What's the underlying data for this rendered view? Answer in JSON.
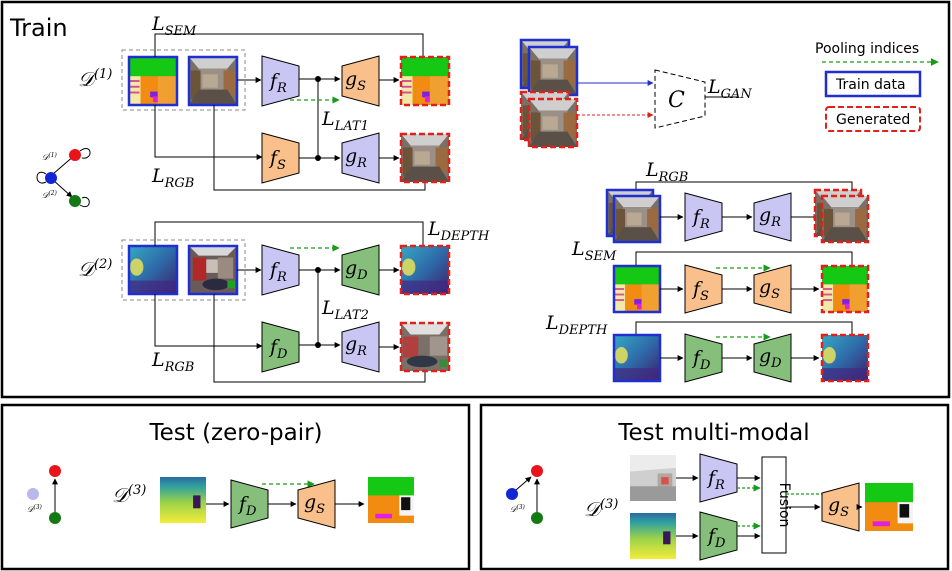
{
  "panels": {
    "train_title": "Train",
    "test_zero_pair_title": "Test (zero-pair)",
    "test_multimodal_title": "Test multi-modal"
  },
  "domains": {
    "d1": "𝒟",
    "d1_sup": "(1)",
    "d2": "𝒟",
    "d2_sup": "(2)",
    "d3": "𝒟",
    "d3_sup": "(3)"
  },
  "graph_labels": {
    "d1": "𝒟",
    "d1_sup": "(1)",
    "d2": "𝒟",
    "d2_sup": "(2)",
    "d3": "𝒟",
    "d3_sup": "(3)"
  },
  "encoders": {
    "fR": "f",
    "fR_sub": "R",
    "fS": "f",
    "fS_sub": "S",
    "fD": "f",
    "fD_sub": "D"
  },
  "decoders": {
    "gS": "g",
    "gS_sub": "S",
    "gR": "g",
    "gR_sub": "R",
    "gD": "g",
    "gD_sub": "D"
  },
  "losses": {
    "sem": "L",
    "sem_sub": "SEM",
    "rgb": "L",
    "rgb_sub": "RGB",
    "lat1": "L",
    "lat1_sub": "LAT1",
    "lat2": "L",
    "lat2_sub": "LAT2",
    "depth": "L",
    "depth_sub": "DEPTH",
    "gan": "L",
    "gan_sub": "GAN"
  },
  "discriminator": "C",
  "fusion": "Fusion",
  "legend": {
    "pooling": "Pooling indices",
    "train_data": "Train data",
    "generated": "Generated"
  },
  "colors": {
    "rgb_modality": "#c9c6f4",
    "sem_modality": "#f9c08c",
    "depth_modality": "#86bf7b",
    "train_border": "#1f2fd0",
    "generated_border": "#e0201a",
    "pooling_arrow": "#1a9a1a",
    "node_red": "#e8141a",
    "node_blue": "#1326d6",
    "node_green": "#137a13",
    "node_faded": "#b8b8ec"
  }
}
